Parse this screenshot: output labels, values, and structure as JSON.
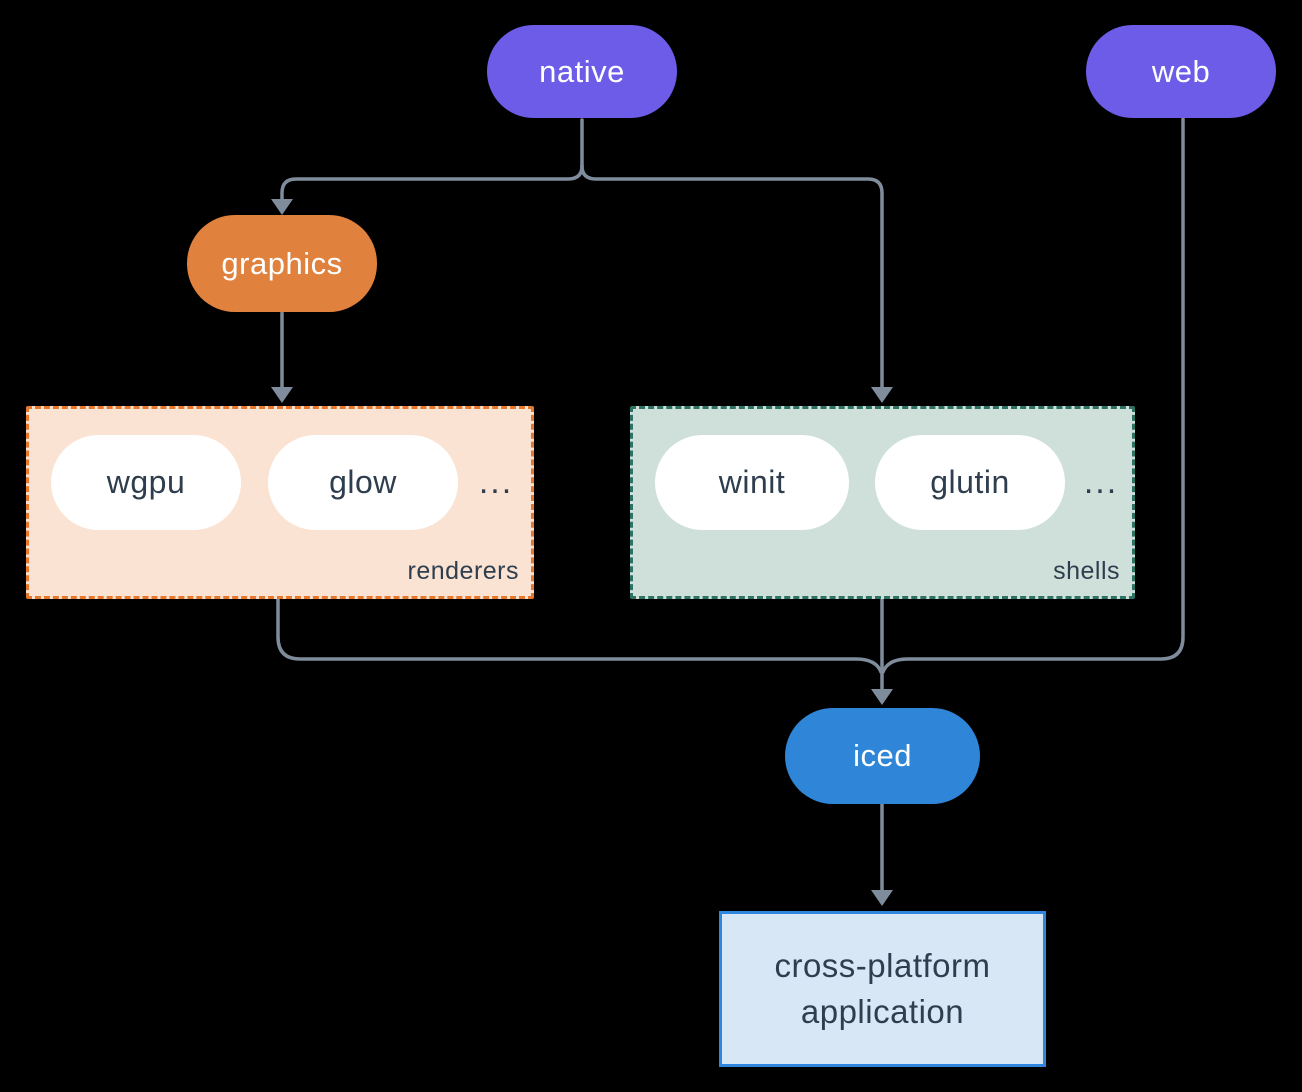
{
  "diagram": {
    "nodes": {
      "native": {
        "label": "native"
      },
      "web": {
        "label": "web"
      },
      "graphics": {
        "label": "graphics"
      },
      "iced": {
        "label": "iced"
      }
    },
    "groups": {
      "renderers": {
        "label": "renderers",
        "pills": [
          "wgpu",
          "glow"
        ],
        "more": "..."
      },
      "shells": {
        "label": "shells",
        "pills": [
          "winit",
          "glutin"
        ],
        "more": "..."
      }
    },
    "app_box": {
      "line1": "cross-platform",
      "line2": "application"
    },
    "colors": {
      "purple": "#6C5CE7",
      "orange_pill": "#E0813D",
      "orange_dash": "#E8772E",
      "peach_bg": "#FAE3D3",
      "teal_dash": "#2C7363",
      "teal_bg": "#CFE0DA",
      "blue_pill": "#2F86D8",
      "app_bg": "#D8E7F6",
      "app_border": "#2E86DE",
      "connector": "#7E8C9B",
      "dark_text": "#2F3E4E",
      "background": "#000000"
    }
  }
}
